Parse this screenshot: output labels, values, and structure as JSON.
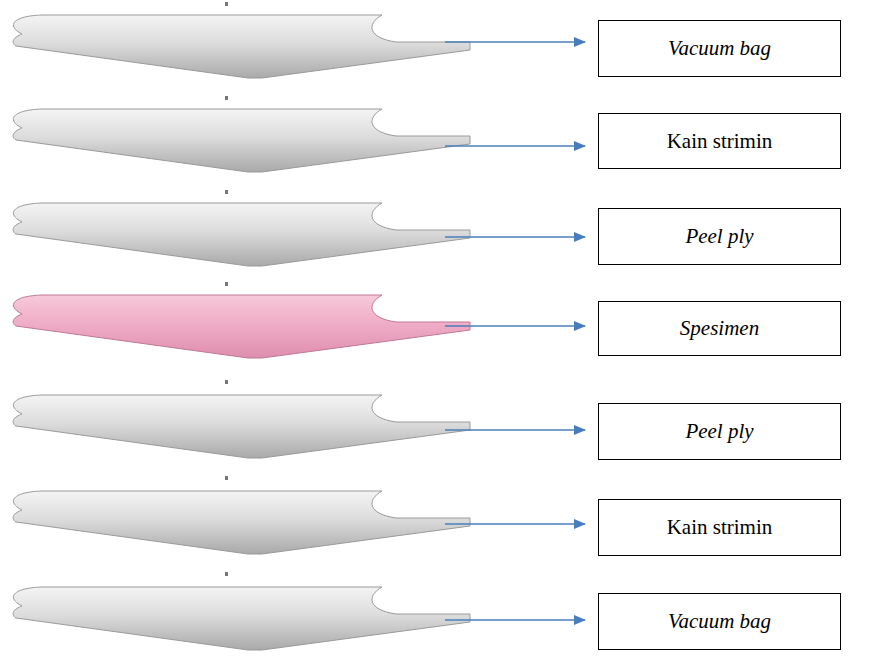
{
  "diagram": {
    "nodes": [
      {
        "text": [
          "Vacuum bag"
        ]
      },
      {
        "text": [
          "Kain strimin"
        ]
      },
      {
        "text": [
          "Peel ply"
        ]
      },
      {
        "text": [
          "Spesimen"
        ]
      },
      {
        "text": [
          "Peel ply"
        ]
      },
      {
        "text": [
          "Kain strimin"
        ]
      },
      {
        "text": [
          "Vacuum bag"
        ]
      }
    ]
  }
}
